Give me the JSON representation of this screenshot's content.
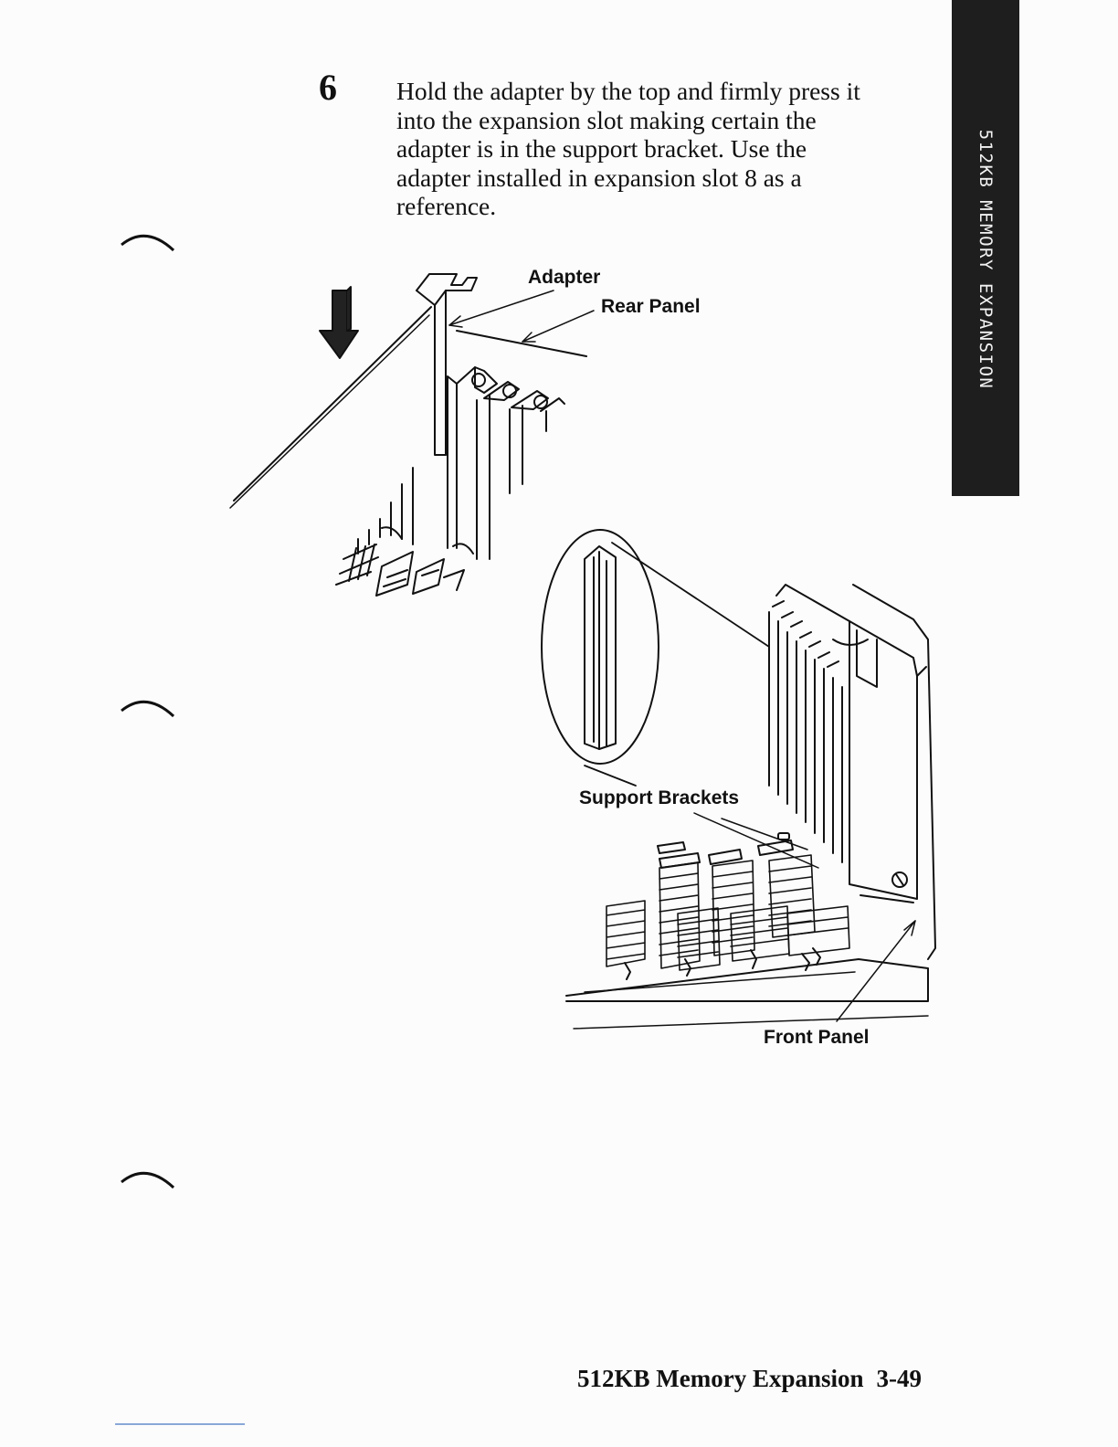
{
  "section_tab": "512KB MEMORY EXPANSION",
  "step": {
    "number": "6",
    "lines": [
      "Hold the adapter by the top and firmly press it",
      "into the expansion slot making certain the",
      "adapter is in the support bracket.  Use the",
      "adapter installed in expansion slot 8 as a",
      "reference."
    ]
  },
  "callouts": {
    "adapter": "Adapter",
    "rear_panel": "Rear Panel",
    "support_brackets": "Support Brackets",
    "front_panel": "Front Panel"
  },
  "footer": {
    "title": "512KB Memory Expansion",
    "page": "3-49"
  }
}
